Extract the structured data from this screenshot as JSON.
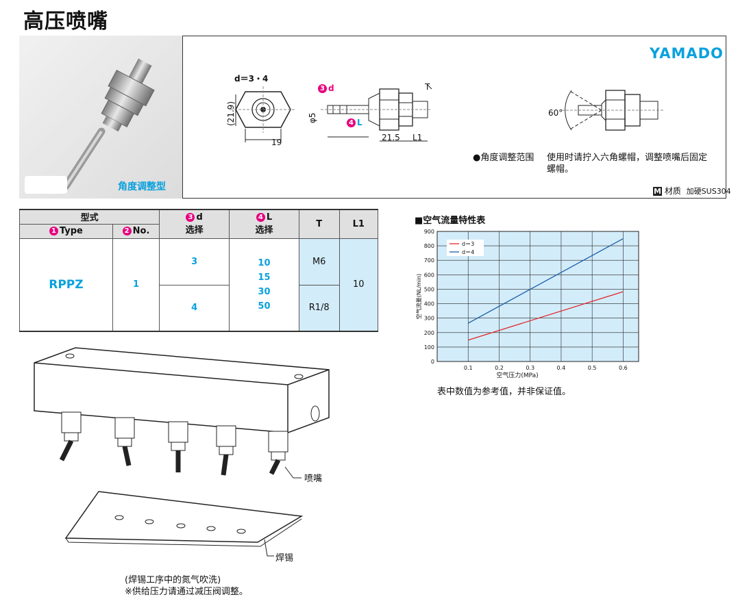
{
  "page_title": "高压喷嘴",
  "brand": "YAMADO",
  "photo_caption": "角度调整型",
  "drawing": {
    "d_label": "d＝3・4",
    "dim_height": "(21.9)",
    "dim_width": "19",
    "dim_phi5": "φ5",
    "dim_215": "21.5",
    "dim_L1": "L1",
    "dim_T": "T",
    "dim_d_tag": "d",
    "dim_L_tag": "L",
    "badge_3": "3",
    "badge_4": "4",
    "angle": "60°"
  },
  "angle_note": {
    "bullet_title": "●角度调整范围",
    "text_line1": "使用时请拧入六角螺帽，调整喷嘴后固定",
    "text_line2": "螺帽。"
  },
  "material": {
    "icon": "M",
    "label": "材质",
    "value": "加硬SUS304"
  },
  "spec_table": {
    "header_model": "型式",
    "header_type": "Type",
    "header_no": "No.",
    "header_d": "d",
    "header_d_sub": "选择",
    "header_L": "L",
    "header_L_sub": "选择",
    "header_T": "T",
    "header_L1": "L1",
    "badge_1": "1",
    "badge_2": "2",
    "badge_3": "3",
    "badge_4": "4",
    "type_value": "RPPZ",
    "no_value": "1",
    "d_values": [
      "3",
      "4"
    ],
    "L_values": [
      "10",
      "15",
      "30",
      "50"
    ],
    "T_values": [
      "M6",
      "R1/8"
    ],
    "L1_value": "10"
  },
  "chart_title": "■空气流量特性表",
  "chart_note": "表中数值为参考值，并非保证值。",
  "chart_data": {
    "type": "line",
    "xlabel": "空气压力(MPa)",
    "ylabel": "空气流量(NL/min)",
    "x_ticks": [
      "0.1",
      "0.2",
      "0.3",
      "0.4",
      "0.5",
      "0.6"
    ],
    "y_ticks": [
      "0",
      "100",
      "200",
      "300",
      "400",
      "500",
      "600",
      "700",
      "800",
      "900"
    ],
    "xlim": [
      0,
      0.65
    ],
    "ylim": [
      0,
      900
    ],
    "grid": true,
    "legend_placement": "top-left",
    "series": [
      {
        "name": "d＝3",
        "color": "#e0262b",
        "x": [
          0.1,
          0.6
        ],
        "y": [
          148,
          483
        ]
      },
      {
        "name": "d＝4",
        "color": "#1a5fa8",
        "x": [
          0.1,
          0.6
        ],
        "y": [
          265,
          850
        ]
      }
    ]
  },
  "illustration": {
    "label_nozzle": "喷嘴",
    "label_solder": "焊锡",
    "caption_line1": "(焊锡工序中的氮气吹洗)",
    "caption_line2": "※供给压力请通过减压阀调整。"
  }
}
